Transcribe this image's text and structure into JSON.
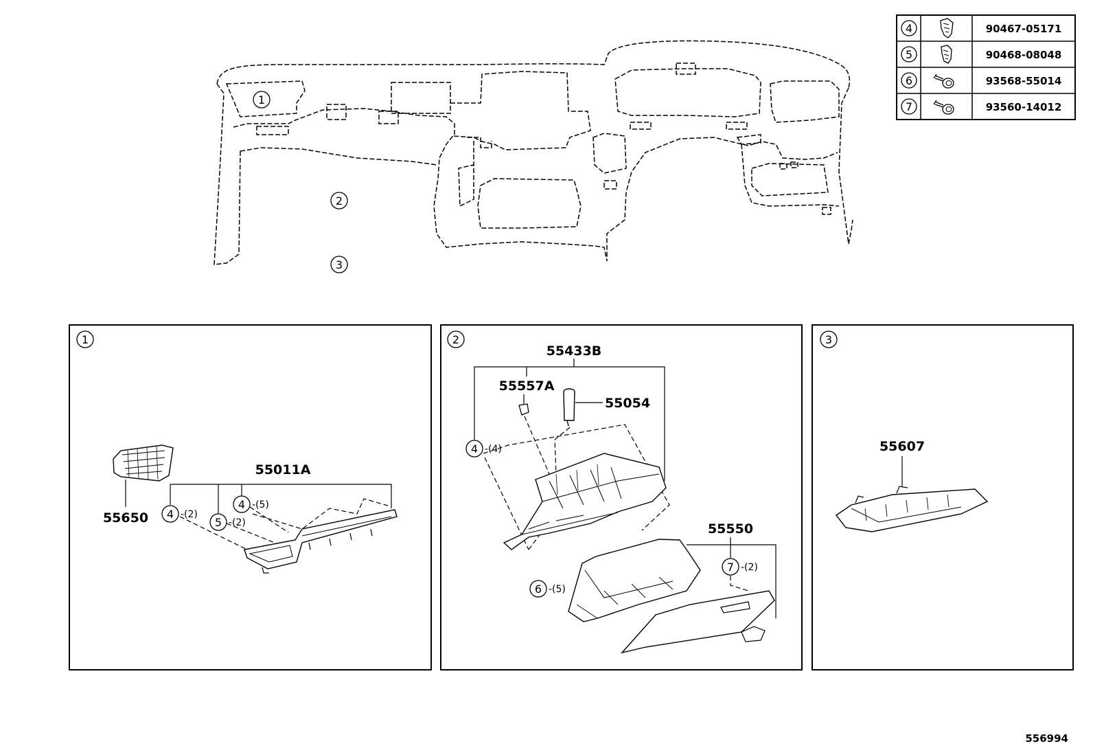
{
  "legend": [
    {
      "num": "4",
      "part": "90467-05171",
      "icon": "clip-icon"
    },
    {
      "num": "5",
      "part": "90468-08048",
      "icon": "clip-icon"
    },
    {
      "num": "6",
      "part": "93568-55014",
      "icon": "screw-icon"
    },
    {
      "num": "7",
      "part": "93560-14012",
      "icon": "screw-icon"
    }
  ],
  "overview": {
    "c1": "1",
    "c2": "2",
    "c3": "3"
  },
  "panel1": {
    "id": "1",
    "part_vent": "55650",
    "part_panel": "55011A",
    "callout_a": {
      "num": "4",
      "qty": "-(2)"
    },
    "callout_b": {
      "num": "5",
      "qty": "-(2)"
    },
    "callout_c": {
      "num": "4",
      "qty": "-(5)"
    }
  },
  "panel2": {
    "id": "2",
    "part_housing": "55433B",
    "part_lamp": "55557A",
    "part_damper": "55054",
    "part_box": "55550",
    "callout_a": {
      "num": "4",
      "qty": "-(4)"
    },
    "callout_b": {
      "num": "6",
      "qty": "-(5)"
    },
    "callout_c": {
      "num": "7",
      "qty": "-(2)"
    }
  },
  "panel3": {
    "id": "3",
    "part_cover": "55607"
  },
  "diagram_id": "556994"
}
